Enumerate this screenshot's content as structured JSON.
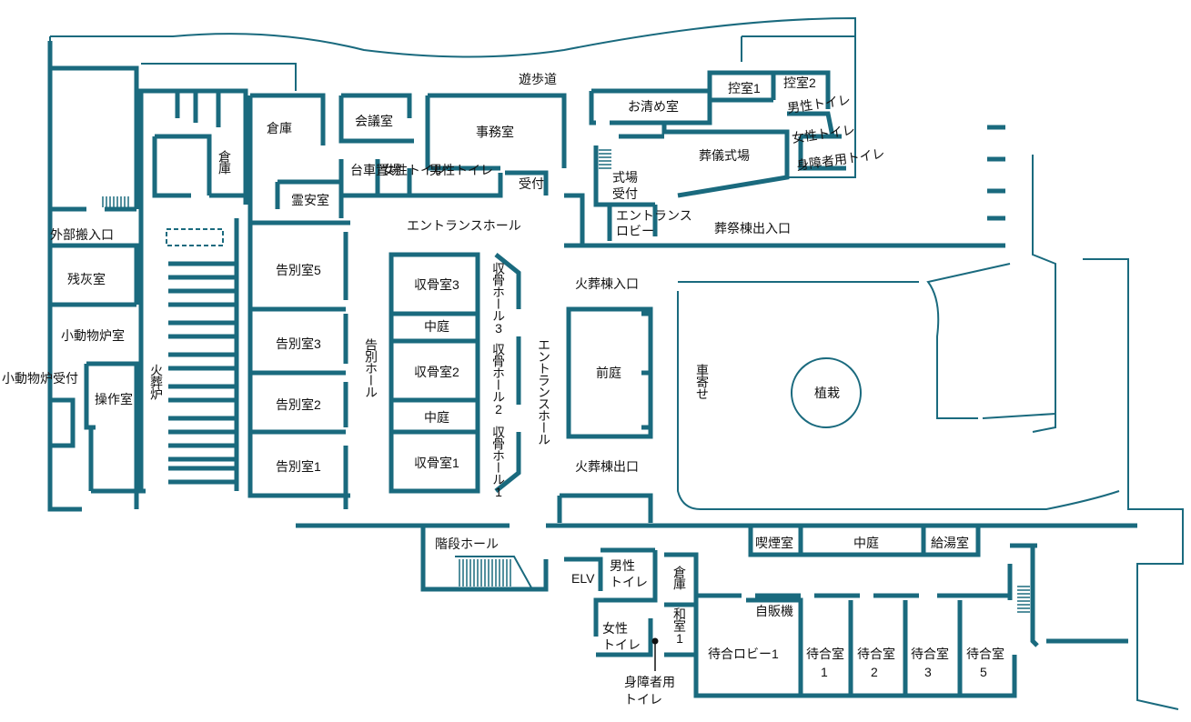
{
  "colors": {
    "wall": "#1a6a7e",
    "label": "#111111",
    "background": "#ffffff"
  },
  "labels": {
    "walkway": "遊歩道",
    "warehouse_top": "倉庫",
    "warehouse_small": "倉庫",
    "meeting_room": "会議室",
    "office": "事務室",
    "cart_storage": "台車置場",
    "female_toilet_main": "女性トイレ",
    "male_toilet_main": "男性トイレ",
    "reception": "受付",
    "mortuary": "霊安室",
    "entrance_hall": "エントランスホール",
    "external_entrance": "外部搬入口",
    "ash_room": "残灰室",
    "small_animal_furnace": "小動物炉室",
    "small_animal_reception": "小動物炉受付",
    "operation_room": "操作室",
    "cremation_furnace": "火葬炉",
    "farewell_5": "告別室5",
    "farewell_3": "告別室3",
    "farewell_2": "告別室2",
    "farewell_1": "告別室1",
    "farewell_hall": "告別ホール",
    "collection_3": "収骨室3",
    "collection_2": "収骨室2",
    "collection_1": "収骨室1",
    "courtyard_a": "中庭",
    "courtyard_b": "中庭",
    "collection_hall_3": "収骨ホール3",
    "collection_hall_2": "収骨ホール2",
    "collection_hall_1": "収骨ホール1",
    "entrance_hall_vertical": "エントランスホール",
    "cremation_entrance": "火葬棟入口",
    "cremation_exit": "火葬棟出口",
    "front_garden": "前庭",
    "carriage_porch": "車寄せ",
    "planting": "植栽",
    "purification_room": "お清め室",
    "waiting_1": "控室1",
    "waiting_2": "控室2",
    "male_toilet_funeral": "男性トイレ",
    "female_toilet_funeral": "女性トイレ",
    "accessible_toilet_funeral": "身障者用トイレ",
    "ceremony_hall": "葬儀式場",
    "ceremony_reception_1": "式場",
    "ceremony_reception_2": "受付",
    "entrance_lobby_1": "エントランス",
    "entrance_lobby_2": "ロビー",
    "funeral_building_entrance": "葬祭棟出入口",
    "stair_hall": "階段ホール",
    "elv": "ELV",
    "male_toilet_lower_1": "男性",
    "male_toilet_lower_2": "トイレ",
    "female_toilet_lower_1": "女性",
    "female_toilet_lower_2": "トイレ",
    "warehouse_lower": "倉庫",
    "japanese_room_1": "和室1",
    "accessible_toilet_lower_1": "身障者用",
    "accessible_toilet_lower_2": "トイレ",
    "smoking_room": "喫煙室",
    "courtyard_lower": "中庭",
    "kitchenette": "給湯室",
    "vending": "自販機",
    "waiting_lobby_1": "待合ロビー1",
    "waiting_room_1a": "待合室",
    "waiting_room_1b": "1",
    "waiting_room_2a": "待合室",
    "waiting_room_2b": "2",
    "waiting_room_3a": "待合室",
    "waiting_room_3b": "3",
    "waiting_room_5a": "待合室",
    "waiting_room_5b": "5"
  }
}
